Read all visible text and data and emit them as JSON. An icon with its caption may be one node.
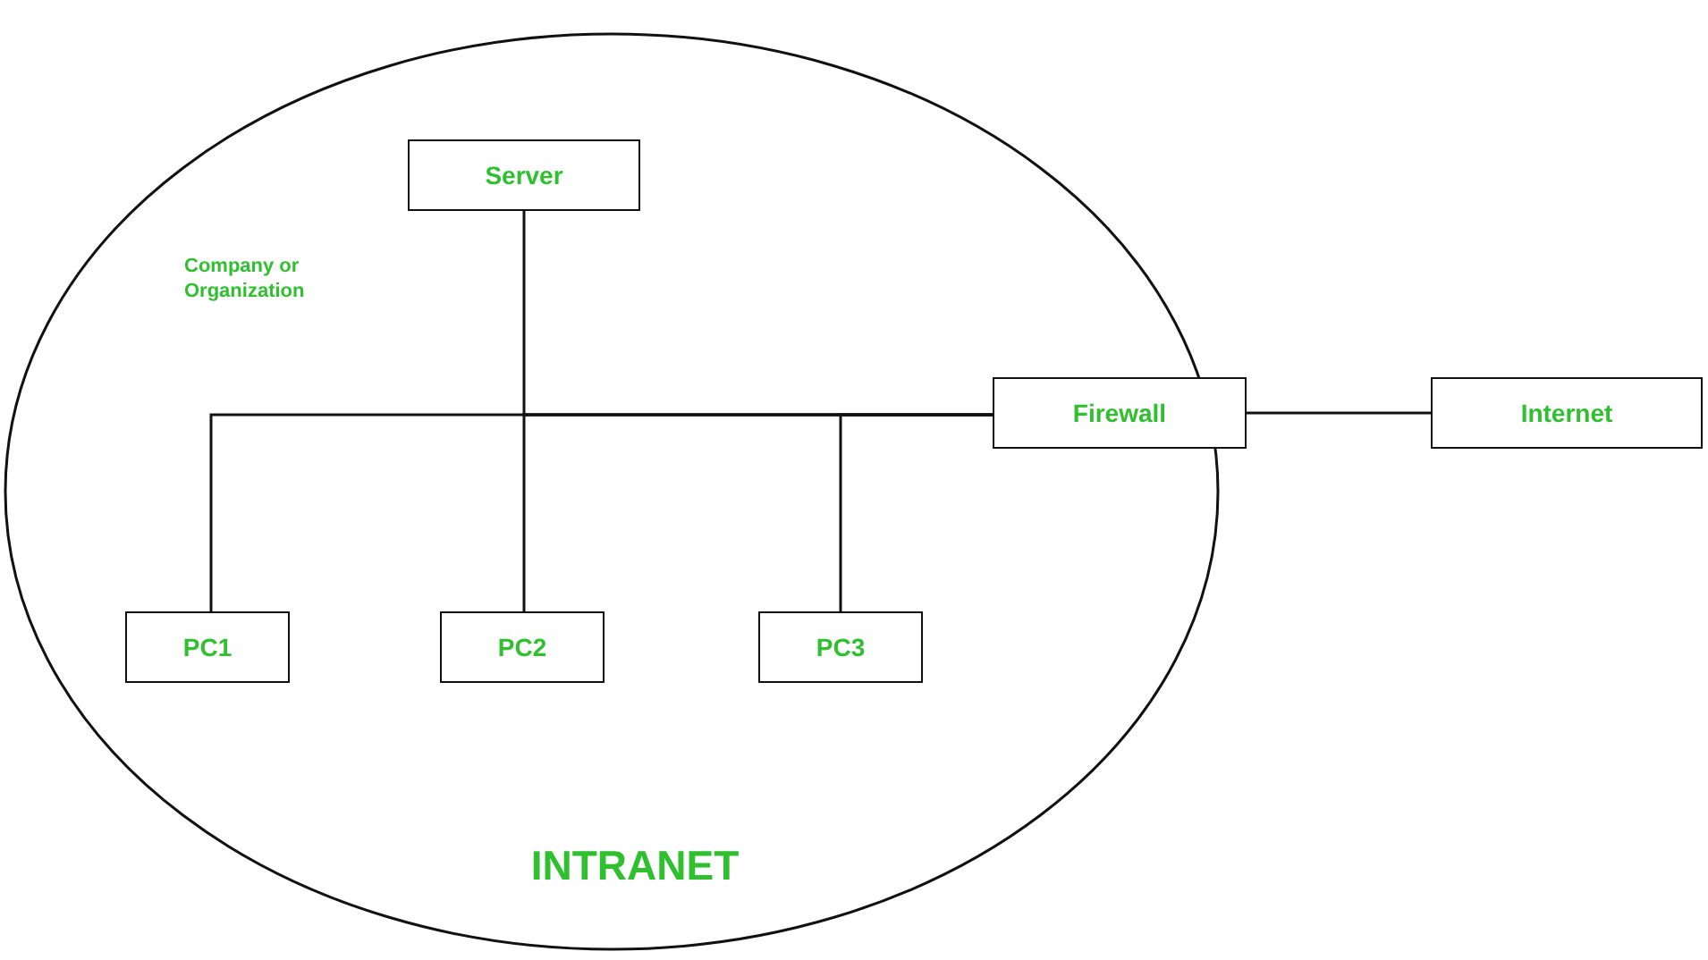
{
  "diagram": {
    "nodes": [
      {
        "text": [
          "Company or Organization",
          "INTRANET"
        ]
      },
      {
        "text": [
          "Server"
        ],
        "in": 0
      },
      {
        "text": [
          "Firewall"
        ]
      },
      {
        "text": [
          "Internet"
        ]
      },
      {
        "text": [
          "PC1"
        ],
        "in": 0
      },
      {
        "text": [
          "PC2"
        ],
        "in": 0
      },
      {
        "text": [
          "PC3"
        ],
        "in": 0
      }
    ],
    "edges": [
      {
        "from": 2,
        "to": 1,
        "arrow": "none"
      },
      {
        "from": 2,
        "to": 4,
        "arrow": "none"
      },
      {
        "from": 2,
        "to": 5,
        "arrow": "none"
      },
      {
        "from": 2,
        "to": 6,
        "arrow": "none"
      },
      {
        "from": 2,
        "to": 3,
        "arrow": "none"
      }
    ]
  }
}
